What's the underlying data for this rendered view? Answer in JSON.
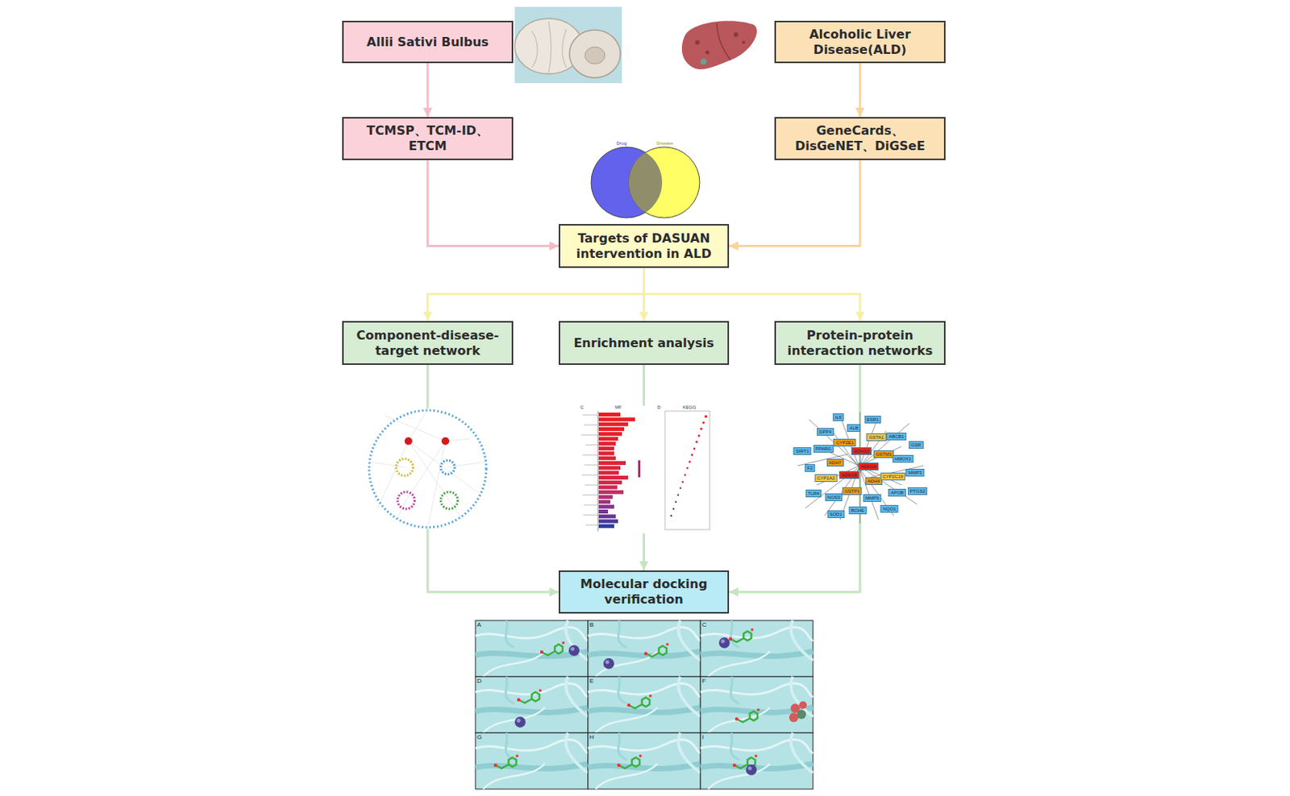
{
  "diagram": {
    "nodes": [
      {
        "text": [
          "Allii Sativi Bulbus"
        ]
      },
      {
        "text": [
          "Alcoholic Liver Disease(ALD)"
        ]
      },
      {
        "text": [
          "TCMSP、TCM-ID、ETCM"
        ]
      },
      {
        "text": [
          "GeneCards、DisGeNET、DiGSeE"
        ]
      },
      {
        "text": [
          "Targets of DASUAN intervention in ALD"
        ]
      },
      {
        "text": [
          "Component-disease-target network"
        ]
      },
      {
        "text": [
          "Enrichment analysis"
        ]
      },
      {
        "text": [
          "Protein-protein interaction networks"
        ]
      },
      {
        "text": [
          "Molecular docking verification"
        ]
      }
    ],
    "edges": [
      {
        "from": 0,
        "to": 2,
        "arrow": "to"
      },
      {
        "from": 1,
        "to": 3,
        "arrow": "to"
      },
      {
        "from": 2,
        "to": 4,
        "arrow": "to"
      },
      {
        "from": 3,
        "to": 4,
        "arrow": "to"
      },
      {
        "from": 4,
        "to": 5,
        "arrow": "to"
      },
      {
        "from": 4,
        "to": 6,
        "arrow": "to"
      },
      {
        "from": 4,
        "to": 7,
        "arrow": "to"
      },
      {
        "from": 5,
        "to": 8,
        "arrow": "to"
      },
      {
        "from": 6,
        "to": 8,
        "arrow": "to"
      },
      {
        "from": 7,
        "to": 8,
        "arrow": "to"
      }
    ],
    "labels": [
      "Drug",
      "Disease",
      "C",
      "MF",
      "D",
      "KEGG",
      "A",
      "B",
      "C",
      "D",
      "E",
      "F",
      "G",
      "H",
      "I",
      "ADH1A",
      "ADH1B",
      "ADH1C",
      "ADH4",
      "ADH7",
      "GSTM1",
      "GSTP1",
      "CYP2E1",
      "CYP2C19",
      "CYP1A2",
      "GSTA1",
      "MMP9",
      "PPARG",
      "HMOX1",
      "NOS3",
      "ALB",
      "APOB",
      "F2",
      "ABCB1",
      "BCHE",
      "DPP4",
      "MMP3",
      "TLR4",
      "ESR1",
      "NQO1",
      "SIRT1",
      "GSR",
      "SOD1",
      "IL6",
      "PTGS2"
    ]
  }
}
